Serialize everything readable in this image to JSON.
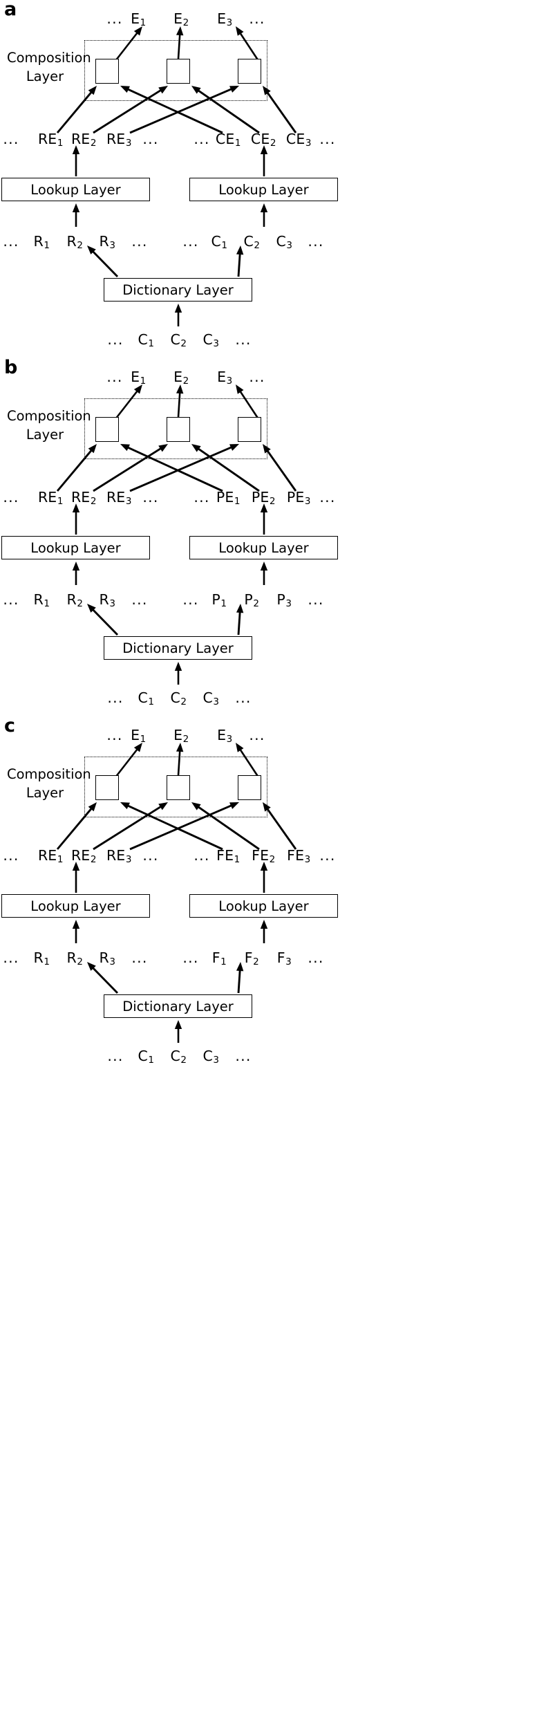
{
  "figure": {
    "panels": [
      {
        "letter": "a",
        "composition_label_line1": "Composition",
        "composition_label_line2": "Layer",
        "output_row": {
          "left_dots": "...",
          "tokens": [
            "E",
            "E",
            "E"
          ],
          "subs": [
            "1",
            "2",
            "3"
          ],
          "right_dots": "..."
        },
        "embedding_row_left": {
          "left_dots": "...",
          "tokens": [
            "RE",
            "RE",
            "RE"
          ],
          "subs": [
            "1",
            "2",
            "3"
          ],
          "right_dots": "..."
        },
        "embedding_row_right": {
          "left_dots": "...",
          "tokens": [
            "CE",
            "CE",
            "CE"
          ],
          "subs": [
            "1",
            "2",
            "3"
          ],
          "right_dots": "..."
        },
        "lookup_left_label": "Lookup Layer",
        "lookup_right_label": "Lookup Layer",
        "symbol_row_left": {
          "left_dots": "...",
          "tokens": [
            "R",
            "R",
            "R"
          ],
          "subs": [
            "1",
            "2",
            "3"
          ],
          "right_dots": "..."
        },
        "symbol_row_right": {
          "left_dots": "...",
          "tokens": [
            "C",
            "C",
            "C"
          ],
          "subs": [
            "1",
            "2",
            "3"
          ],
          "right_dots": "..."
        },
        "dictionary_label": "Dictionary Layer",
        "input_row": {
          "left_dots": "...",
          "tokens": [
            "C",
            "C",
            "C"
          ],
          "subs": [
            "1",
            "2",
            "3"
          ],
          "right_dots": "..."
        }
      },
      {
        "letter": "b",
        "composition_label_line1": "Composition",
        "composition_label_line2": "Layer",
        "output_row": {
          "left_dots": "...",
          "tokens": [
            "E",
            "E",
            "E"
          ],
          "subs": [
            "1",
            "2",
            "3"
          ],
          "right_dots": "..."
        },
        "embedding_row_left": {
          "left_dots": "...",
          "tokens": [
            "RE",
            "RE",
            "RE"
          ],
          "subs": [
            "1",
            "2",
            "3"
          ],
          "right_dots": "..."
        },
        "embedding_row_right": {
          "left_dots": "...",
          "tokens": [
            "PE",
            "PE",
            "PE"
          ],
          "subs": [
            "1",
            "2",
            "3"
          ],
          "right_dots": "..."
        },
        "lookup_left_label": "Lookup Layer",
        "lookup_right_label": "Lookup Layer",
        "symbol_row_left": {
          "left_dots": "...",
          "tokens": [
            "R",
            "R",
            "R"
          ],
          "subs": [
            "1",
            "2",
            "3"
          ],
          "right_dots": "..."
        },
        "symbol_row_right": {
          "left_dots": "...",
          "tokens": [
            "P",
            "P",
            "P"
          ],
          "subs": [
            "1",
            "2",
            "3"
          ],
          "right_dots": "..."
        },
        "dictionary_label": "Dictionary Layer",
        "input_row": {
          "left_dots": "...",
          "tokens": [
            "C",
            "C",
            "C"
          ],
          "subs": [
            "1",
            "2",
            "3"
          ],
          "right_dots": "..."
        }
      },
      {
        "letter": "c",
        "composition_label_line1": "Composition",
        "composition_label_line2": "Layer",
        "output_row": {
          "left_dots": "...",
          "tokens": [
            "E",
            "E",
            "E"
          ],
          "subs": [
            "1",
            "2",
            "3"
          ],
          "right_dots": "..."
        },
        "embedding_row_left": {
          "left_dots": "...",
          "tokens": [
            "RE",
            "RE",
            "RE"
          ],
          "subs": [
            "1",
            "2",
            "3"
          ],
          "right_dots": "..."
        },
        "embedding_row_right": {
          "left_dots": "...",
          "tokens": [
            "FE",
            "FE",
            "FE"
          ],
          "subs": [
            "1",
            "2",
            "3"
          ],
          "right_dots": "..."
        },
        "lookup_left_label": "Lookup Layer",
        "lookup_right_label": "Lookup Layer",
        "symbol_row_left": {
          "left_dots": "...",
          "tokens": [
            "R",
            "R",
            "R"
          ],
          "subs": [
            "1",
            "2",
            "3"
          ],
          "right_dots": "..."
        },
        "symbol_row_right": {
          "left_dots": "...",
          "tokens": [
            "F",
            "F",
            "F"
          ],
          "subs": [
            "1",
            "2",
            "3"
          ],
          "right_dots": "..."
        },
        "dictionary_label": "Dictionary Layer",
        "input_row": {
          "left_dots": "...",
          "tokens": [
            "C",
            "C",
            "C"
          ],
          "subs": [
            "1",
            "2",
            "3"
          ],
          "right_dots": "..."
        }
      }
    ],
    "colors": {
      "stroke": "#000000",
      "background": "#ffffff"
    }
  }
}
